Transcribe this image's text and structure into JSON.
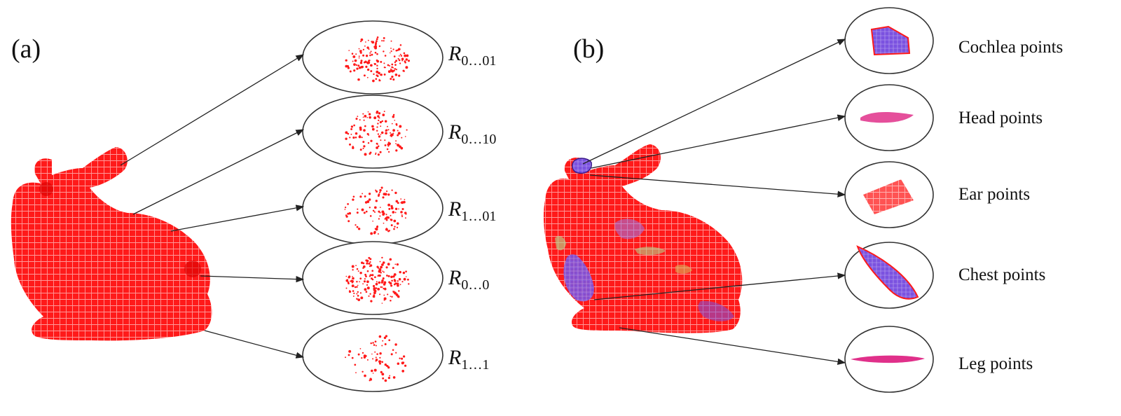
{
  "panel_a": {
    "label": "(a)",
    "subsets": [
      {
        "symbol": "R",
        "subscript": "0…01"
      },
      {
        "symbol": "R",
        "subscript": "0…10"
      },
      {
        "symbol": "R",
        "subscript": "1…01"
      },
      {
        "symbol": "R",
        "subscript": "0…0"
      },
      {
        "symbol": "R",
        "subscript": "1…1"
      }
    ]
  },
  "panel_b": {
    "label": "(b)",
    "parts": [
      {
        "label": "Cochlea points"
      },
      {
        "label": "Head points"
      },
      {
        "label": "Ear points"
      },
      {
        "label": "Chest points"
      },
      {
        "label": "Leg points"
      }
    ]
  },
  "colors": {
    "bunny": "#ff1a1a",
    "mesh": "#ffffff",
    "highlight_purple": "#7b52e0",
    "highlight_pink": "#e0308a",
    "arrow": "#222222",
    "ellipse_stroke": "#333333"
  }
}
